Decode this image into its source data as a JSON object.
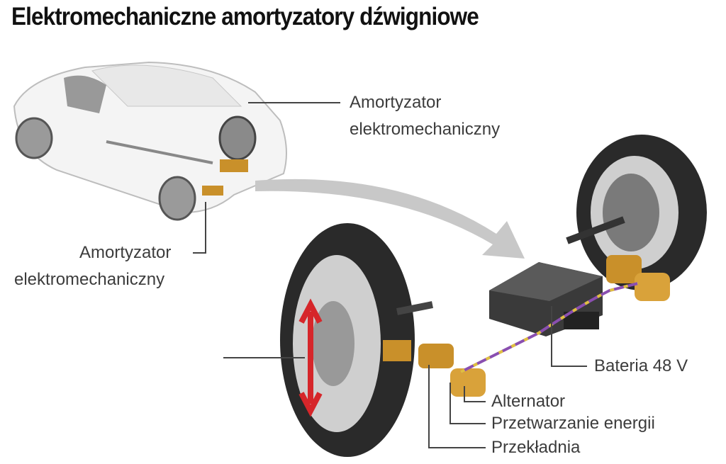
{
  "title": "Elektromechaniczne amortyzatory dźwigniowe",
  "labels": {
    "top_right_line1": "Amortyzator",
    "top_right_line2": "elektromechaniczny",
    "left_line1": "Amortyzator",
    "left_line2": "elektromechaniczny",
    "battery": "Bateria 48 V",
    "alternator": "Alternator",
    "energy_conversion": "Przetwarzanie energii",
    "gear": "Przekładnia"
  },
  "colors": {
    "damper": "#c9902a",
    "arrow": "#c8c8c8",
    "motion_arrow": "#d6262a",
    "wiring": "#8a4fb0",
    "text": "#3c3c3c"
  }
}
